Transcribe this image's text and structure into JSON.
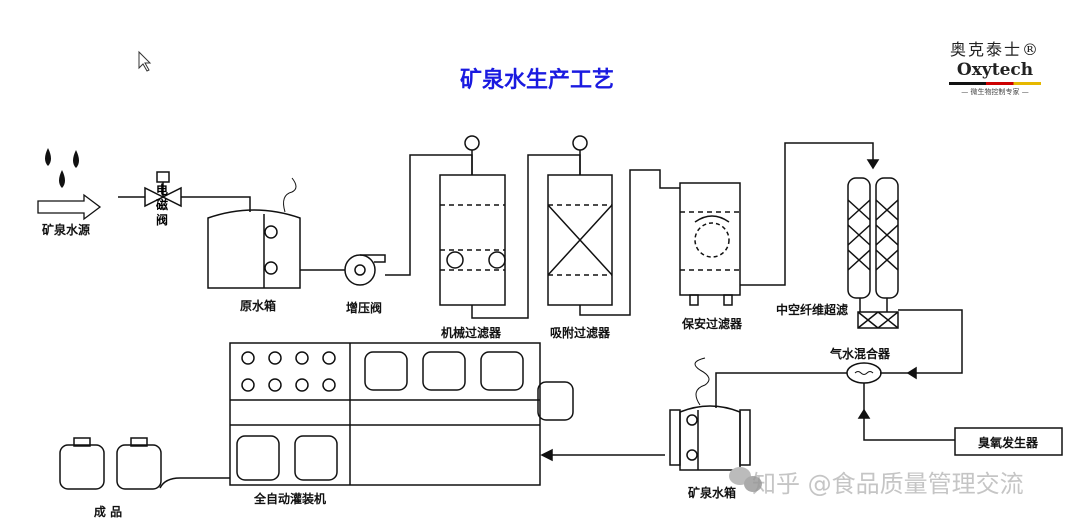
{
  "title": "矿泉水生产工艺",
  "logo": {
    "cn": "奥克泰士®",
    "en": "Oxytech",
    "tagline": "— 微生物控制专家 —"
  },
  "labels": {
    "source": "矿泉水源",
    "valve": "电磁阀",
    "raw_tank": "原水箱",
    "pump": "增压阀",
    "mech_filter": "机械过滤器",
    "adsorb_filter": "吸附过滤器",
    "security_filter": "保安过滤器",
    "uf": "中空纤维超滤",
    "mixer": "气水混合器",
    "ozone": "臭氧发生器",
    "mineral_tank": "矿泉水箱",
    "filler": "全自动灌装机",
    "product": "成 品"
  },
  "watermark": "知乎 @食品质量管理交流"
}
